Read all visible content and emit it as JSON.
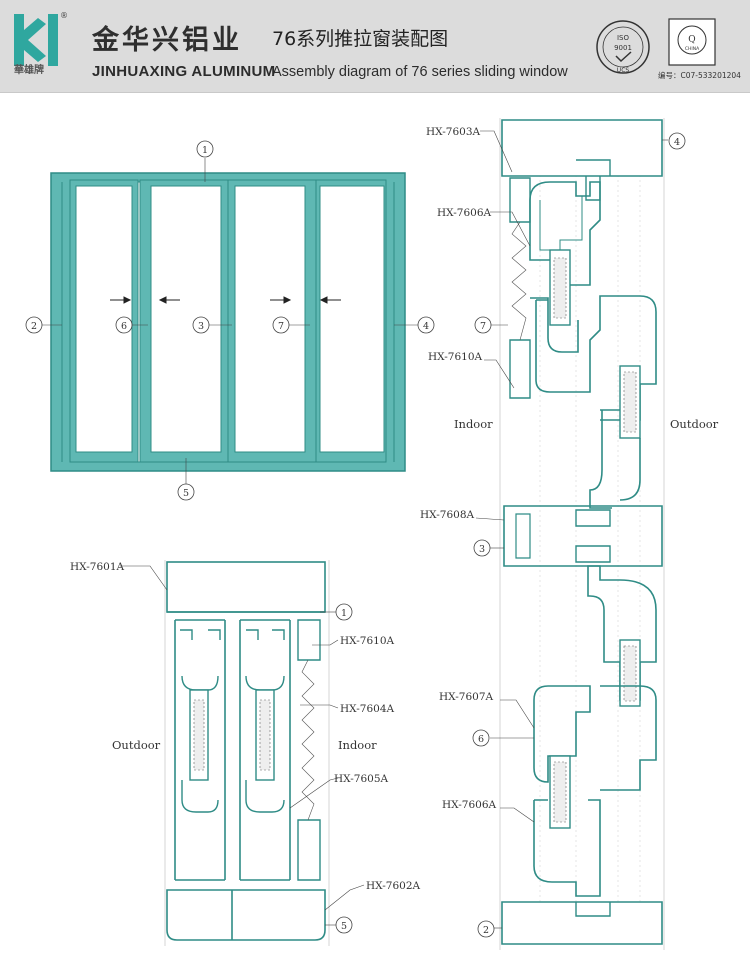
{
  "header": {
    "brand_cn": "金华兴铝业",
    "title_cn": "76系列推拉窗装配图",
    "brand_en": "JINHUAXING ALUMINUM",
    "title_en": "Assembly diagram of 76 series sliding window",
    "logo_sub": "華雄牌",
    "cert_iso_top": "ISO",
    "cert_iso_num": "9001",
    "cert_iso_bottom": "UCS",
    "cert_q_letter": "Q",
    "cert_q_sub": "CHINA",
    "cert_no": "编号：C07-533201204"
  },
  "colors": {
    "profile": "#2f8c86",
    "profile_fill": "#5fb8b3",
    "header_bg": "#dcdcdc"
  },
  "callouts": [
    "1",
    "2",
    "3",
    "4",
    "5",
    "6",
    "7"
  ],
  "elevation": {
    "n1": "1",
    "n2": "2",
    "n3": "3",
    "n4": "4",
    "n5": "5",
    "n6": "6",
    "n7": "7"
  },
  "section_left": {
    "outdoor": "Outdoor",
    "indoor": "Indoor",
    "parts": [
      "HX-7601A",
      "HX-7610A",
      "HX-7604A",
      "HX-7605A",
      "HX-7602A"
    ],
    "n1": "1",
    "n5": "5"
  },
  "section_right": {
    "indoor": "Indoor",
    "outdoor": "Outdoor",
    "parts": [
      "HX-7603A",
      "HX-7606A",
      "HX-7610A",
      "HX-7608A",
      "HX-7607A",
      "HX-7606A"
    ],
    "n4": "4",
    "n7": "7",
    "n3": "3",
    "n6": "6",
    "n2": "2"
  }
}
